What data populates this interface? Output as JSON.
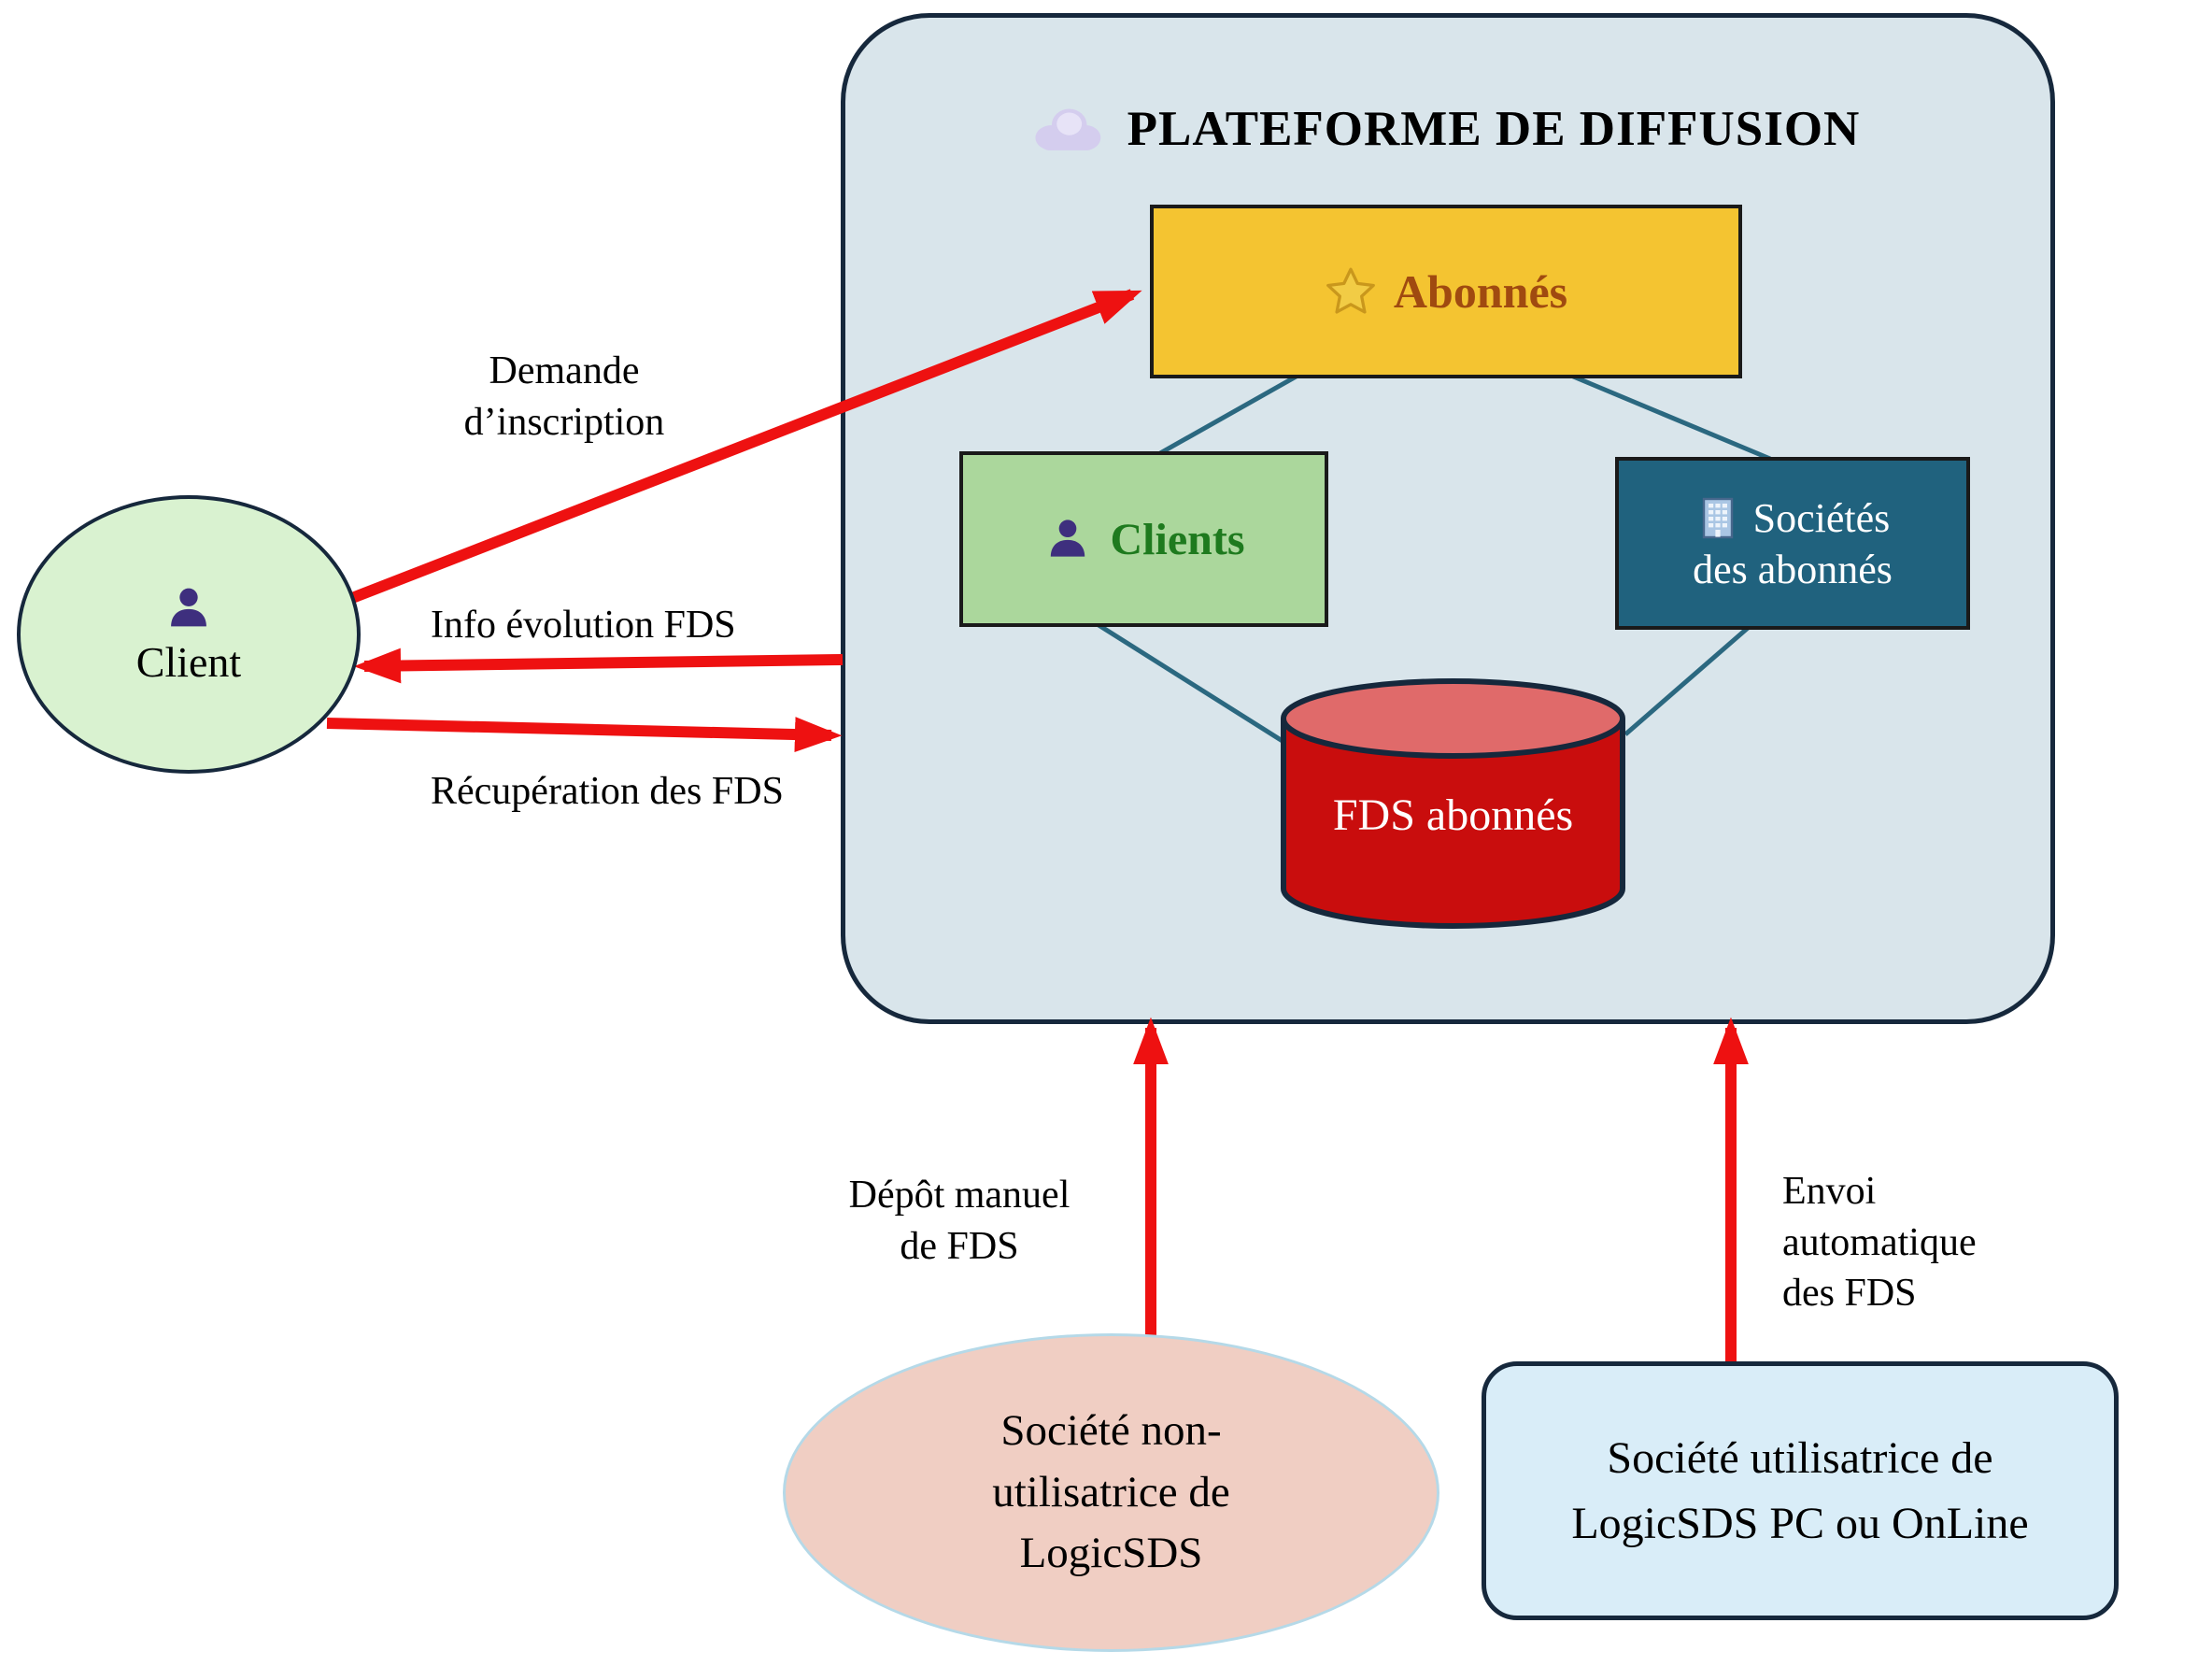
{
  "platform": {
    "title": "PLATEFORME DE DIFFUSION",
    "abonnes": {
      "label": "Abonnés"
    },
    "clients": {
      "label": "Clients"
    },
    "societes": {
      "line1": "Sociétés",
      "line2": "des abonnés"
    },
    "fds": {
      "label": "FDS abonnés"
    }
  },
  "external": {
    "client": {
      "label": "Client"
    },
    "societe_non_utilisatrice": {
      "label": "Société non-\nutilisatrice de\nLogicSDS"
    },
    "societe_utilisatrice": {
      "label": "Société utilisatrice de\nLogicSDS PC ou OnLine"
    }
  },
  "flow_labels": {
    "demande_inscription": "Demande\nd’inscription",
    "info_evolution": "Info évolution FDS",
    "recuperation": "Récupération des FDS",
    "depot_manuel": "Dépôt manuel\nde FDS",
    "envoi_automatique": "Envoi\nautomatique\ndes FDS"
  },
  "icons": {
    "cloud": "cloud-icon",
    "star": "star-icon",
    "person": "person-icon",
    "building": "building-icon",
    "database": "database-cylinder"
  },
  "colors": {
    "platform_bg": "#d9e5eb",
    "platform_border": "#16283c",
    "abonnes_bg": "#f4c431",
    "abonnes_text": "#a04a10",
    "clients_bg": "#abd79c",
    "clients_text": "#1e7a1e",
    "societes_bg": "#20627e",
    "fds_body": "#c90d0d",
    "fds_top": "#e06a6a",
    "client_bg": "#d9f2d0",
    "societe_non_bg": "#f0cec3",
    "societe_util_bg": "#d9edf8",
    "arrow_red": "#ee1111",
    "connector_teal": "#2b6880"
  }
}
